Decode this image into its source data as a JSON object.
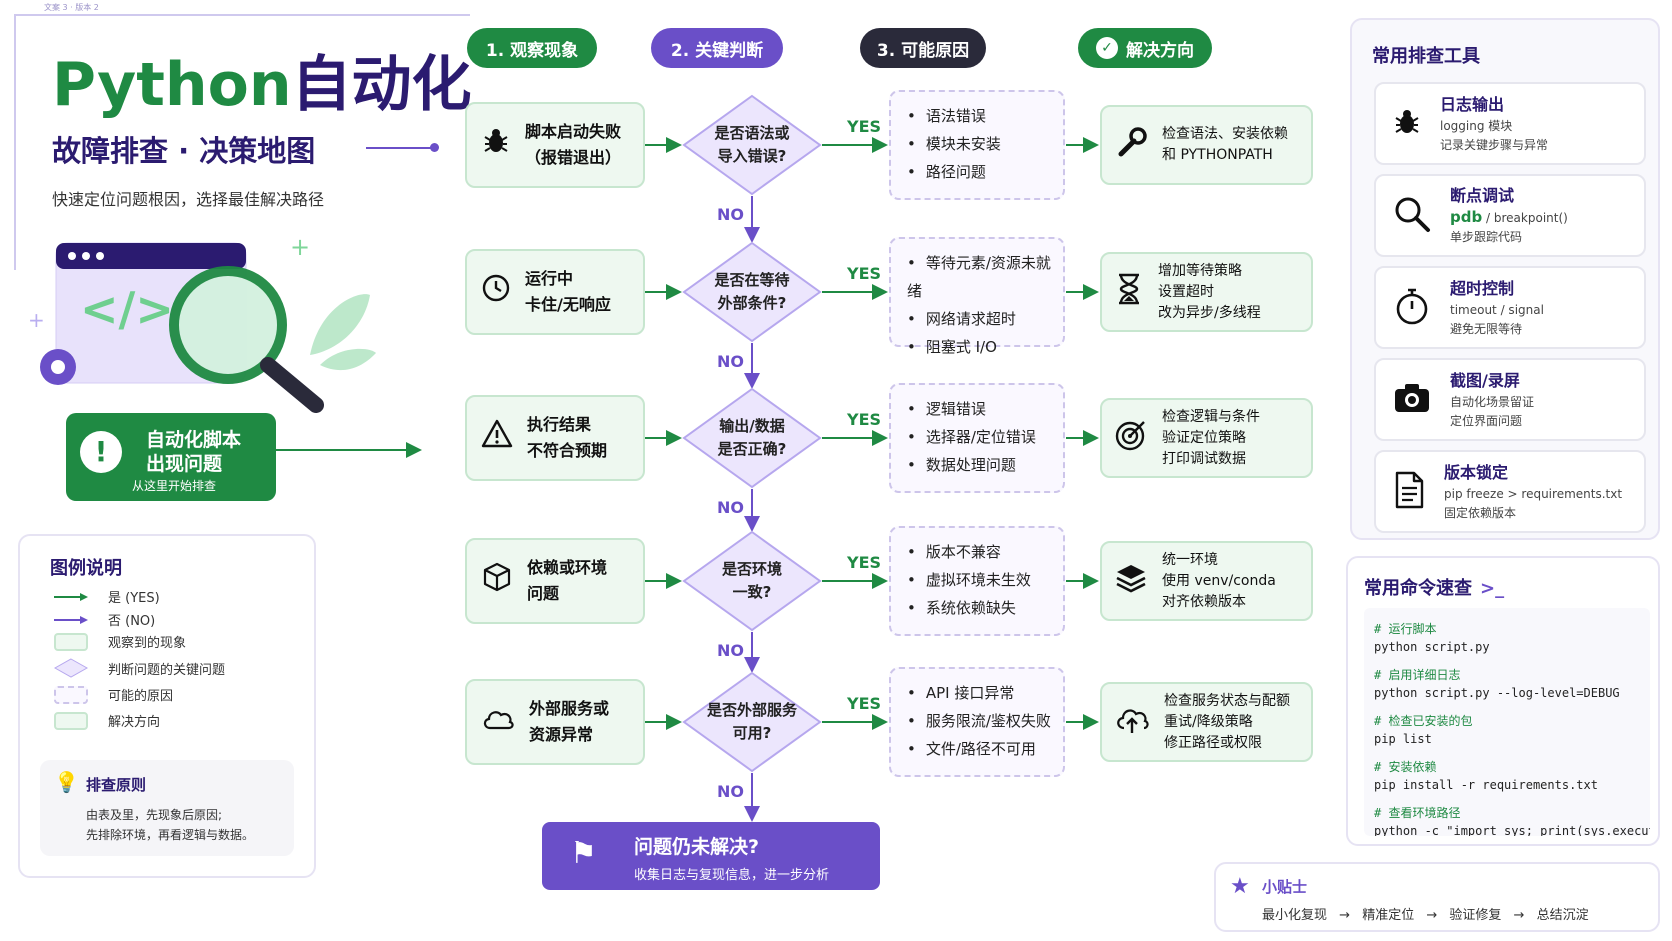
{
  "header": {
    "breadcrumb": "文案 3 · 版本 2",
    "title_en": "Python",
    "title_zh": "自动化",
    "subtitle": "故障排查 · 决策地图",
    "tagline": "快速定位问题根因，选择最佳解决路径"
  },
  "start": {
    "line1": "自动化脚本",
    "line2": "出现问题",
    "hint": "从这里开始排查"
  },
  "columns": [
    {
      "label": "1. 观察现象",
      "color": "#1f8a43"
    },
    {
      "label": "2. 关键判断",
      "color": "#6a4fc8"
    },
    {
      "label": "3. 可能原因",
      "color": "#2a2a3a"
    },
    {
      "label": "解决方向",
      "color": "#1f8a43"
    }
  ],
  "yes_label": "YES",
  "no_label": "NO",
  "rows": [
    {
      "observation": [
        "脚本启动失败",
        "（报错退出）"
      ],
      "obs_icon": "bug-icon",
      "decision": "是否语法或\n导入错误?",
      "causes": [
        "语法错误",
        "模块未安装",
        "路径问题"
      ],
      "solution": [
        "检查语法、安装依赖",
        "和 PYTHONPATH"
      ],
      "sol_icon": "wrench-icon"
    },
    {
      "observation": [
        "运行中",
        "卡住/无响应"
      ],
      "obs_icon": "clock-icon",
      "decision": "是否在等待\n外部条件?",
      "causes": [
        "等待元素/资源未就绪",
        "网络请求超时",
        "阻塞式 I/O"
      ],
      "solution": [
        "增加等待策略",
        "设置超时",
        "改为异步/多线程"
      ],
      "sol_icon": "hourglass-icon"
    },
    {
      "observation": [
        "执行结果",
        "不符合预期"
      ],
      "obs_icon": "warning-icon",
      "decision": "输出/数据\n是否正确?",
      "causes": [
        "逻辑错误",
        "选择器/定位错误",
        "数据处理问题"
      ],
      "solution": [
        "检查逻辑与条件",
        "验证定位策略",
        "打印调试数据"
      ],
      "sol_icon": "target-icon"
    },
    {
      "observation": [
        "依赖或环境",
        "问题"
      ],
      "obs_icon": "box-icon",
      "decision": "是否环境\n一致?",
      "causes": [
        "版本不兼容",
        "虚拟环境未生效",
        "系统依赖缺失"
      ],
      "solution": [
        "统一环境",
        "使用 venv/conda",
        "对齐依赖版本"
      ],
      "sol_icon": "layers-icon"
    },
    {
      "observation": [
        "外部服务或",
        "资源异常"
      ],
      "obs_icon": "cloud-icon",
      "decision": "是否外部服务\n可用?",
      "causes": [
        "API 接口异常",
        "服务限流/鉴权失败",
        "文件/路径不可用"
      ],
      "solution": [
        "检查服务状态与配额",
        "重试/降级策略",
        "修正路径或权限"
      ],
      "sol_icon": "cloud-upload-icon"
    }
  ],
  "end": {
    "title": "问题仍未解决?",
    "subtitle": "收集日志与复现信息，进一步分析"
  },
  "legend": {
    "title": "图例说明",
    "items": [
      "是 (YES)",
      "否 (NO)",
      "观察到的现象",
      "判断问题的关键问题",
      "可能的原因",
      "解决方向"
    ],
    "principle_title": "排查原则",
    "principle_lines": [
      "由表及里，先现象后原因;",
      "先排除环境，再看逻辑与数据。"
    ]
  },
  "tools": {
    "title": "常用排查工具",
    "items": [
      {
        "title": "日志输出",
        "line1": "logging 模块",
        "line2": "记录关键步骤与异常",
        "icon": "bug-icon"
      },
      {
        "title": "断点调试",
        "line1_a": "pdb",
        "line1_b": " / breakpoint()",
        "line2": "单步跟踪代码",
        "icon": "magnifier-icon"
      },
      {
        "title": "超时控制",
        "line1": "timeout / signal",
        "line2": "避免无限等待",
        "icon": "stopwatch-icon"
      },
      {
        "title": "截图/录屏",
        "line1": "自动化场景留证",
        "line2": "定位界面问题",
        "icon": "camera-icon"
      },
      {
        "title": "版本锁定",
        "line1": "pip freeze > requirements.txt",
        "line2": "固定依赖版本",
        "icon": "document-icon"
      }
    ]
  },
  "commands": {
    "title": "常用命令速查",
    "items": [
      {
        "comment": "# 运行脚本",
        "cmd": "python script.py"
      },
      {
        "comment": "# 启用详细日志",
        "cmd": "python script.py --log-level=DEBUG"
      },
      {
        "comment": "# 检查已安装的包",
        "cmd": "pip list"
      },
      {
        "comment": "# 安装依赖",
        "cmd": "pip install -r requirements.txt"
      },
      {
        "comment": "# 查看环境路径",
        "cmd": "python -c \"import sys; print(sys.executable)\""
      }
    ]
  },
  "tip": {
    "title": "小贴士",
    "steps": [
      "最小化复现",
      "精准定位",
      "验证修复",
      "总结沉淀"
    ],
    "arrow": "→"
  },
  "colors": {
    "green": "#1f8a43",
    "purple": "#6a4fc8",
    "dark": "#2a2a3a"
  }
}
